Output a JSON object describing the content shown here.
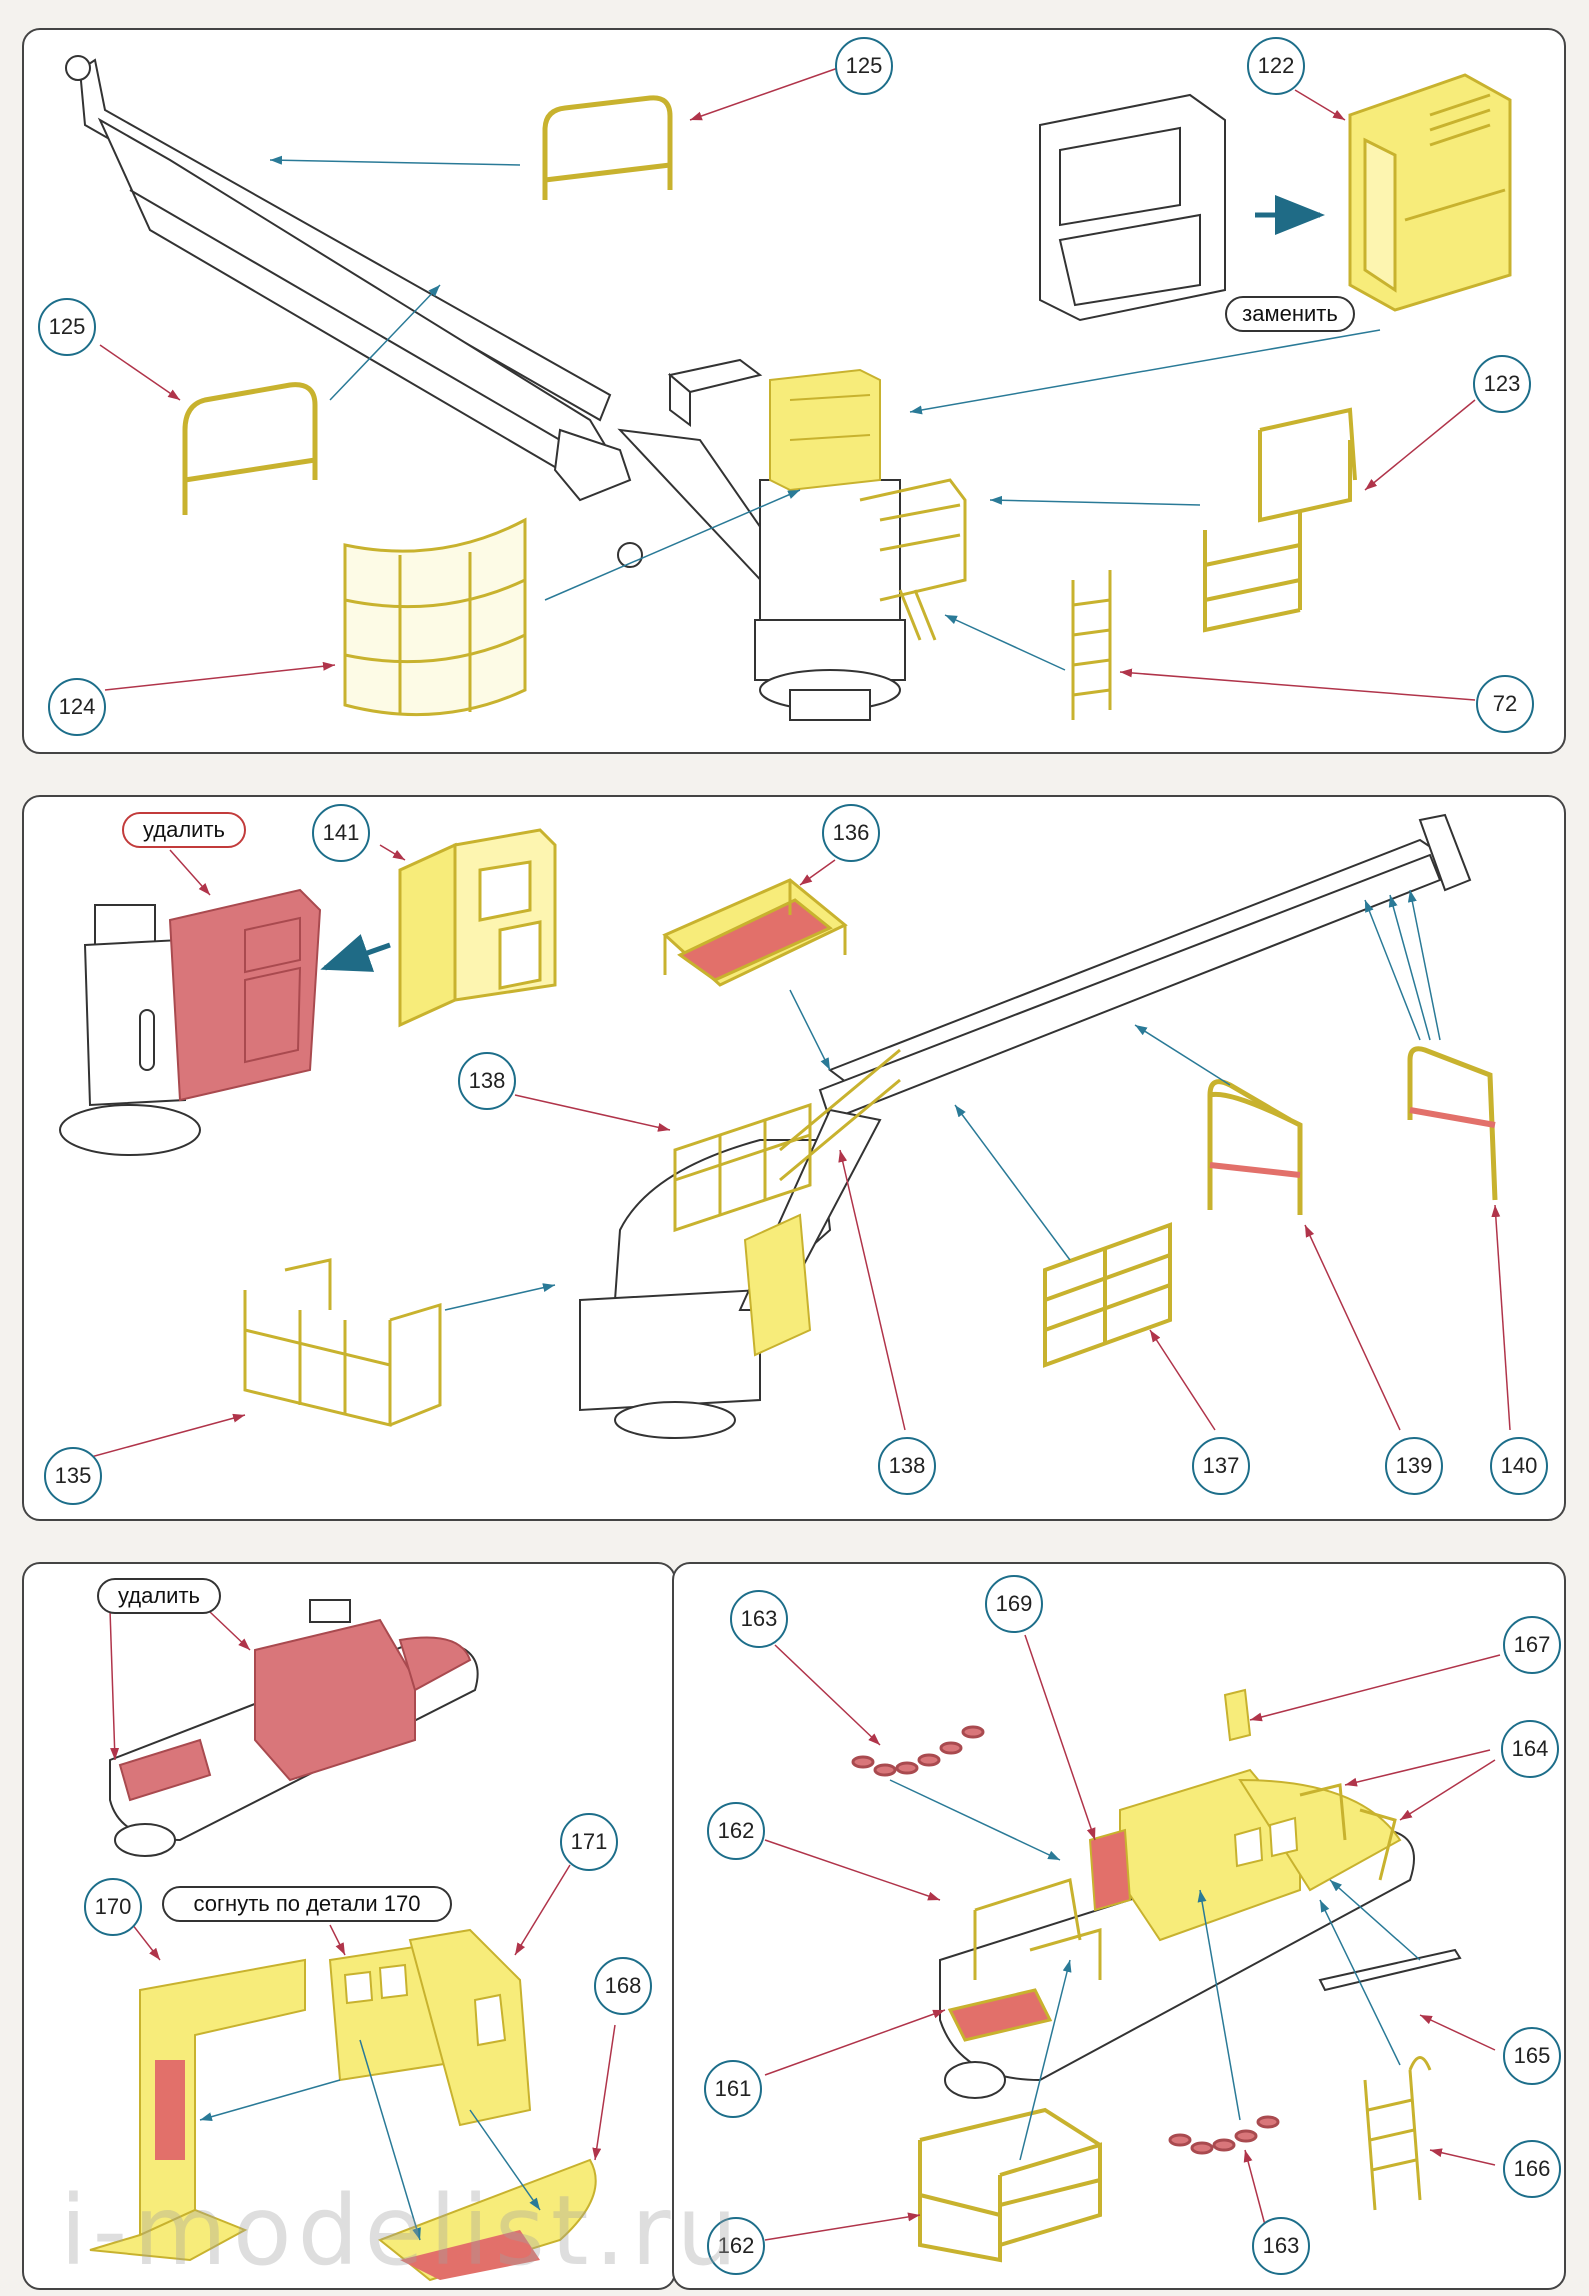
{
  "colors": {
    "etch_yellow": "#f7ec7a",
    "etch_outline": "#c8b22e",
    "remove_red": "#d9767a",
    "bar_red": "#e2706a",
    "callout_border": "#1d6e8a",
    "arrow_blue": "#2a7a97",
    "arrow_red": "#b0344a"
  },
  "panel1": {
    "callouts": [
      "125",
      "122",
      "125",
      "123",
      "124",
      "72"
    ],
    "tag_replace": "заменить"
  },
  "panel2": {
    "callouts": [
      "141",
      "136",
      "138",
      "135",
      "138",
      "137",
      "139",
      "140"
    ],
    "tag_remove": "удалить"
  },
  "panel3": {
    "callouts": [
      "170",
      "171",
      "168"
    ],
    "tag_remove": "удалить",
    "tag_bend": "согнуть по детали 170"
  },
  "panel4": {
    "callouts": [
      "163",
      "169",
      "167",
      "164",
      "162",
      "161",
      "165",
      "166",
      "162",
      "163"
    ]
  },
  "watermark": "i-modelist.ru"
}
